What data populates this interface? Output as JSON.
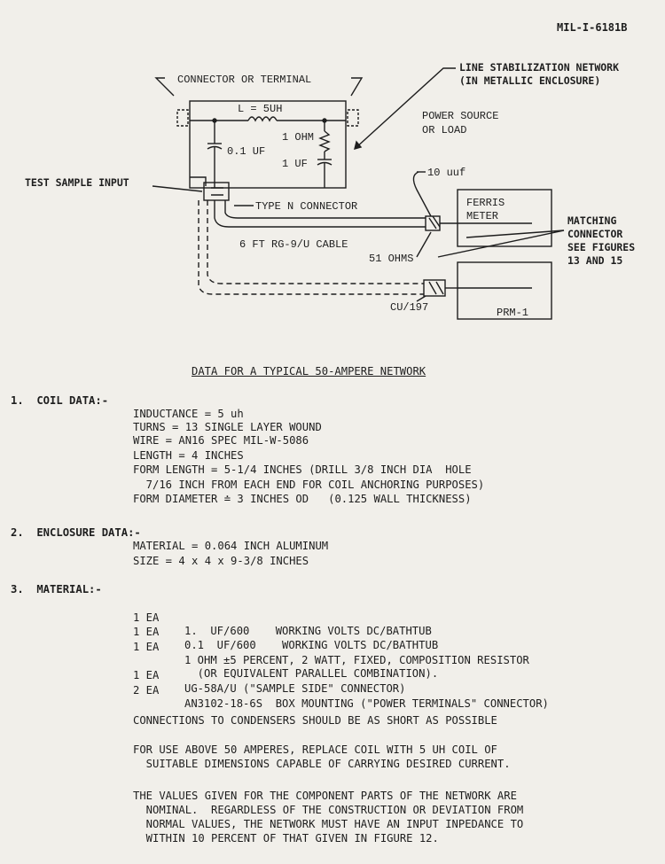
{
  "doc_number": "MIL-I-6181B",
  "diagram": {
    "connector_or_terminal": "CONNECTOR OR TERMINAL",
    "line_stab_1": "LINE STABILIZATION NETWORK",
    "line_stab_2": "(IN METALLIC ENCLOSURE)",
    "inductor": "L = 5UH",
    "cap_small": "0.1 UF",
    "resistor": "1 OHM",
    "cap_large": "1 UF",
    "power_1": "POWER SOURCE",
    "power_2": "OR LOAD",
    "test_input": "TEST SAMPLE INPUT",
    "type_n": "TYPE N CONNECTOR",
    "cable": "6 FT RG-9/U CABLE",
    "uuf": "10 uuf",
    "ohms51": "51 OHMS",
    "cu197": "CU/197",
    "ferris_1": "FERRIS",
    "ferris_2": "METER",
    "prm": "PRM-1",
    "matching_1": "MATCHING",
    "matching_2": "CONNECTOR",
    "matching_3": "SEE FIGURES",
    "matching_4": "13 AND 15"
  },
  "title": "DATA FOR A TYPICAL 50-AMPERE NETWORK",
  "coil": {
    "label": "1.  COIL DATA:-",
    "lines": [
      "INDUCTANCE = 5 uh",
      "TURNS = 13 SINGLE LAYER WOUND",
      "WIRE = AN16 SPEC MIL-W-5086",
      "LENGTH = 4 INCHES",
      "FORM LENGTH = 5-1/4 INCHES (DRILL 3/8 INCH DIA  HOLE",
      "  7/16 INCH FROM EACH END FOR COIL ANCHORING PURPOSES)",
      "FORM DIAMETER ≐ 3 INCHES OD   (0.125 WALL THICKNESS)"
    ]
  },
  "enclosure": {
    "label": "2.  ENCLOSURE DATA:-",
    "lines": [
      "MATERIAL = 0.064 INCH ALUMINUM",
      "SIZE = 4 x 4 x 9-3/8 INCHES"
    ]
  },
  "material": {
    "label": "3.  MATERIAL:-",
    "items": [
      {
        "qty": "1 EA",
        "desc": "1.  UF/600    WORKING VOLTS DC/BATHTUB"
      },
      {
        "qty": "1 EA",
        "desc": "0.1  UF/600    WORKING VOLTS DC/BATHTUB"
      },
      {
        "qty": "1 EA",
        "desc": "1 OHM ±5 PERCENT, 2 WATT, FIXED, COMPOSITION RESISTOR"
      },
      {
        "qty": "",
        "desc": "  (OR EQUIVALENT PARALLEL COMBINATION)."
      },
      {
        "qty": "1 EA",
        "desc": "UG-58A/U (\"SAMPLE SIDE\" CONNECTOR)"
      },
      {
        "qty": "2 EA",
        "desc": "AN3102-18-6S  BOX MOUNTING (\"POWER TERMINALS\" CONNECTOR)"
      }
    ]
  },
  "notes": [
    [
      "CONNECTIONS TO CONDENSERS SHOULD BE AS SHORT AS POSSIBLE"
    ],
    [
      "FOR USE ABOVE 50 AMPERES, REPLACE COIL WITH 5 UH COIL OF",
      "  SUITABLE DIMENSIONS CAPABLE OF CARRYING DESIRED CURRENT."
    ],
    [
      "THE VALUES GIVEN FOR THE COMPONENT PARTS OF THE NETWORK ARE",
      "  NOMINAL.  REGARDLESS OF THE CONSTRUCTION OR DEVIATION FROM",
      "  NORMAL VALUES, THE NETWORK MUST HAVE AN INPUT INPEDANCE TO",
      "  WITHIN 10 PERCENT OF THAT GIVEN IN FIGURE 12."
    ]
  ]
}
